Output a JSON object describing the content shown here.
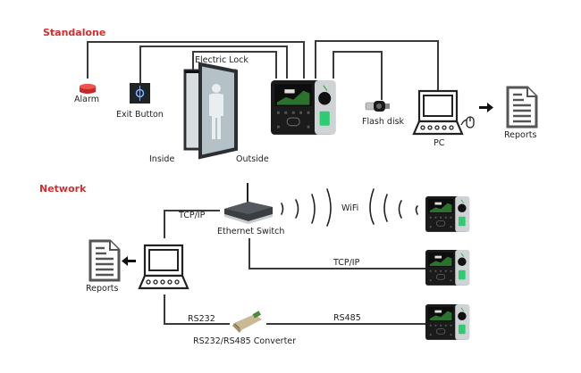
{
  "standalone": {
    "title": "Standalone",
    "alarm_label": "Alarm",
    "exit_button_label": "Exit Button",
    "electric_lock_label": "Electric Lock",
    "inside_label": "Inside",
    "outside_label": "Outside",
    "flash_disk_label": "Flash disk",
    "pc_label": "PC",
    "reports_label": "Reports"
  },
  "network": {
    "title": "Network",
    "tcpip_top_label": "TCP/IP",
    "switch_label": "Ethernet Switch",
    "wifi_label": "WiFi",
    "tcpip_mid_label": "TCP/IP",
    "rs232_label": "RS232",
    "rs485_label": "RS485",
    "converter_label": "RS232/RS485 Converter",
    "reports_label": "Reports"
  },
  "colors": {
    "section_title": "#d32f2f",
    "line": "#3a3a3a",
    "alarm": "#c62828",
    "fingerprint": "#2ecc71",
    "device_body": "#1b1b1b",
    "device_panel": "#cfd3d6"
  }
}
